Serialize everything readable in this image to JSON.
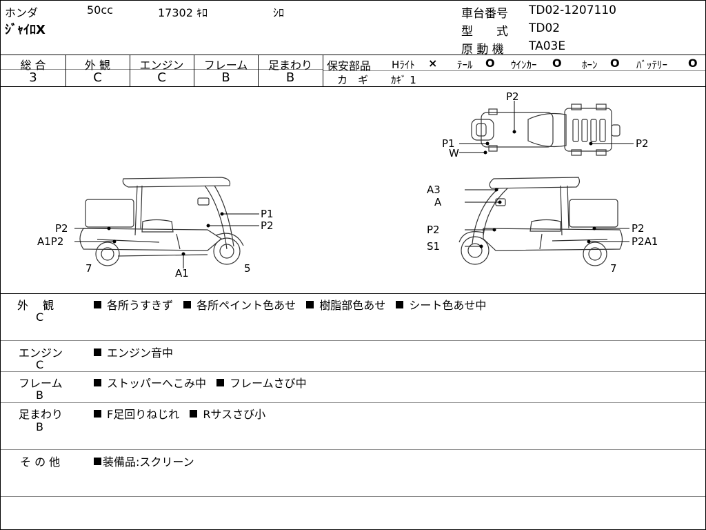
{
  "header": {
    "maker": "ホンダ",
    "displacement": "50cc",
    "mileage": "17302 ｷﾛ",
    "color": "ｼﾛ",
    "model_name": "ｼﾞｬｲﾛX",
    "chassis_label": "車台番号",
    "chassis_value": "TD02-1207110",
    "type_label": "型　　式",
    "type_value": "TD02",
    "engine_label": "原 動 機",
    "engine_value": "TA03E"
  },
  "grades": {
    "headers": [
      "総 合",
      "外 観",
      "エンジン",
      "フレーム",
      "足まわり"
    ],
    "values": [
      "3",
      "C",
      "C",
      "B",
      "B"
    ]
  },
  "safety": {
    "label": "保安部品",
    "items": [
      {
        "name": "Hﾗｲﾄ",
        "mark": "×"
      },
      {
        "name": "ﾃｰﾙ",
        "mark": "O"
      },
      {
        "name": "ｳｲﾝｶｰ",
        "mark": "O"
      },
      {
        "name": "ﾎｰﾝ",
        "mark": "O"
      },
      {
        "name": "ﾊﾞｯﾃﾘｰ",
        "mark": "O"
      }
    ],
    "key_label": "カ　ギ",
    "key_value": "ｶｷﾞ 1"
  },
  "diagram_labels": {
    "top_p2": "P2",
    "top_p1": "P1",
    "top_w": "W",
    "top_p2_right": "P2",
    "left_p1": "P1",
    "left_p2_front": "P2",
    "left_p2_rear": "P2",
    "left_a1p2": "A1P2",
    "left_7": "7",
    "left_a1": "A1",
    "left_5": "5",
    "right_a3": "A3",
    "right_a": "A",
    "right_p2_front": "P2",
    "right_s1": "S1",
    "right_p2_rear": "P2",
    "right_p2a1": "P2A1",
    "right_7": "7"
  },
  "sections": [
    {
      "label": "外　 観",
      "grade": "C",
      "items": [
        "各所うすきず",
        "各所ペイント色あせ",
        "樹脂部色あせ",
        "シート色あせ中"
      ]
    },
    {
      "label": "エンジン",
      "grade": "C",
      "items": [
        "エンジン音中"
      ]
    },
    {
      "label": "フレーム",
      "grade": "B",
      "items": [
        "ストッパーへこみ中",
        "フレームさび中"
      ]
    },
    {
      "label": "足まわり",
      "grade": "B",
      "items": [
        "F足回りねじれ",
        "Rサスさび小"
      ]
    },
    {
      "label": "そ の 他",
      "grade": "",
      "items": [
        "装備品:スクリーン"
      ]
    }
  ]
}
